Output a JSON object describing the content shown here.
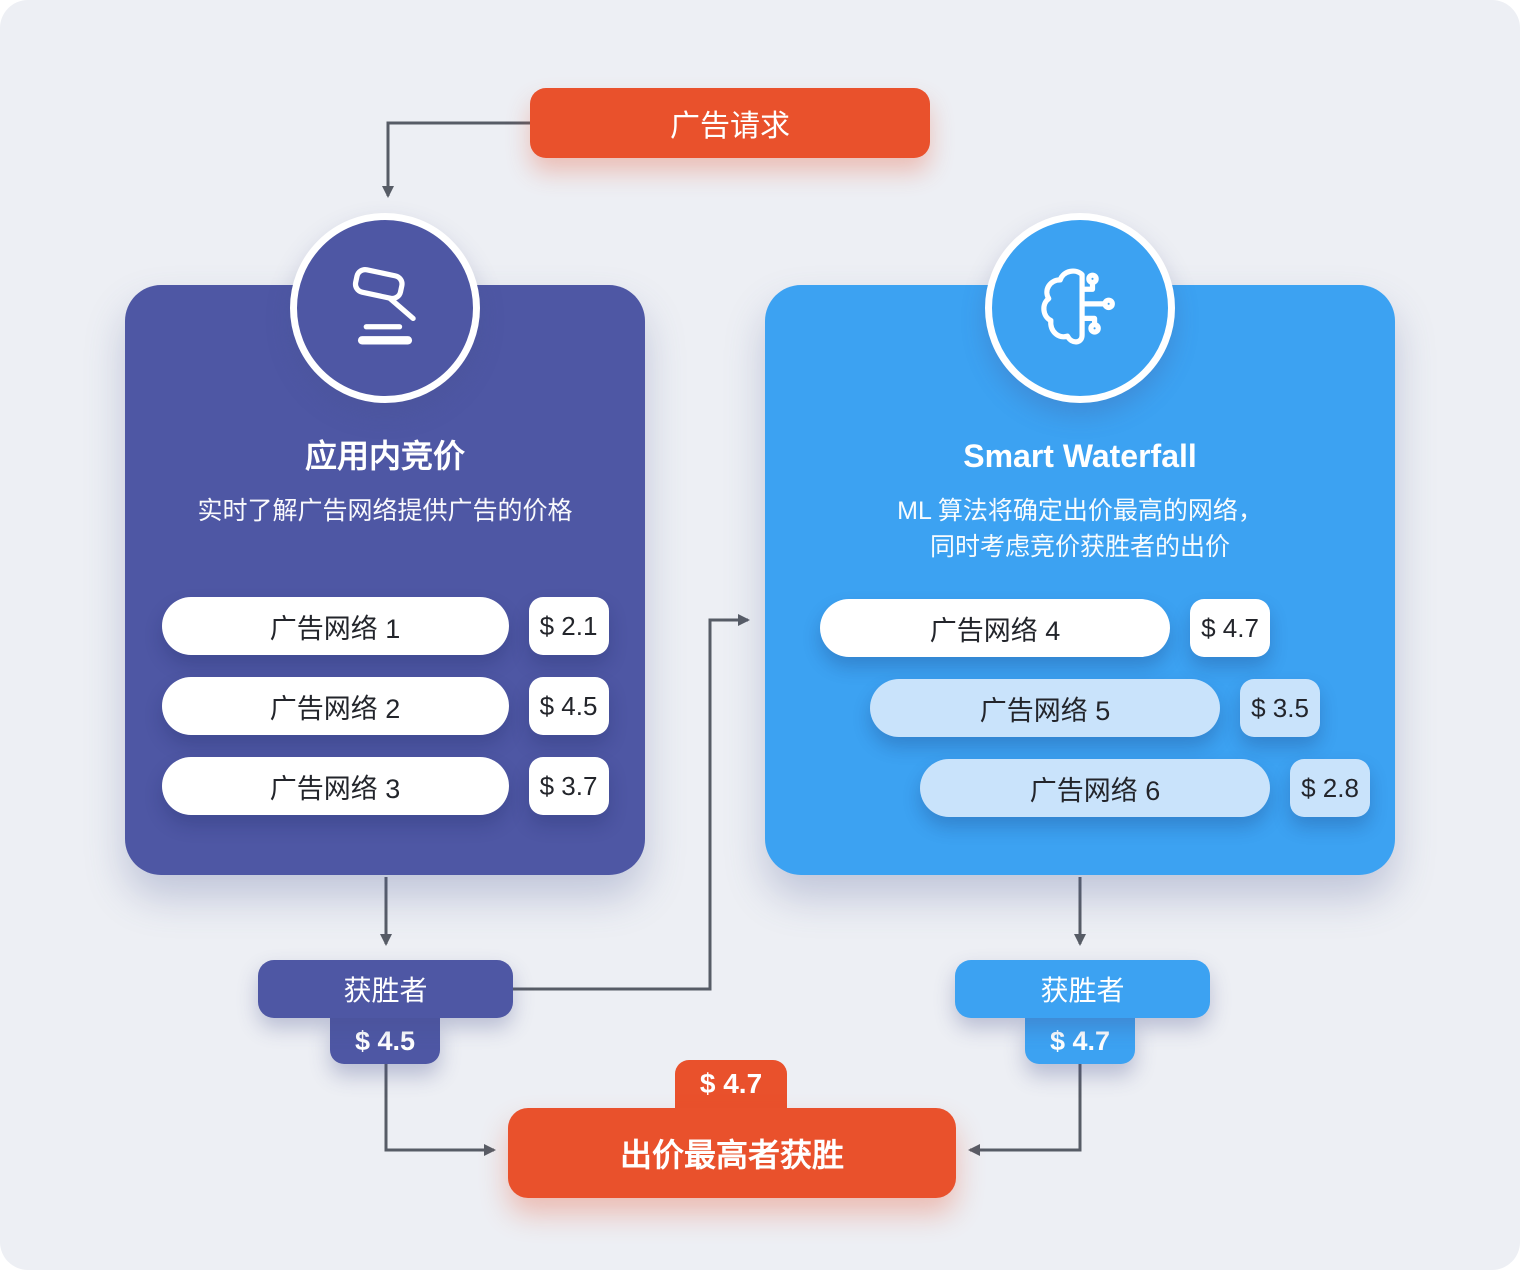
{
  "colors": {
    "background": "#EDEFF4",
    "accent_orange": "#E9512C",
    "panel_purple": "#4E57A4",
    "panel_blue": "#3CA2F2",
    "tinted_pill_blue": "#C9E3FB",
    "arrow_gray": "#575C66"
  },
  "ad_request_label": "广告请求",
  "in_app_bidding": {
    "title": "应用内竞价",
    "subtitle": "实时了解广告网络提供广告的价格",
    "networks": [
      {
        "name": "广告网络 1",
        "price": "$ 2.1"
      },
      {
        "name": "广告网络 2",
        "price": "$ 4.5"
      },
      {
        "name": "广告网络 3",
        "price": "$ 3.7"
      }
    ],
    "winner_label": "获胜者",
    "winner_price": "$ 4.5"
  },
  "smart_waterfall": {
    "title": "Smart Waterfall",
    "subtitle_line1": "ML 算法将确定出价最高的网络，",
    "subtitle_line2": "同时考虑竞价获胜者的出价",
    "networks": [
      {
        "name": "广告网络 4",
        "price": "$ 4.7",
        "emphasis": true
      },
      {
        "name": "广告网络 5",
        "price": "$ 3.5",
        "emphasis": false
      },
      {
        "name": "广告网络 6",
        "price": "$ 2.8",
        "emphasis": false
      }
    ],
    "winner_label": "获胜者",
    "winner_price": "$ 4.7"
  },
  "result": {
    "price": "$ 4.7",
    "label": "出价最高者获胜"
  }
}
